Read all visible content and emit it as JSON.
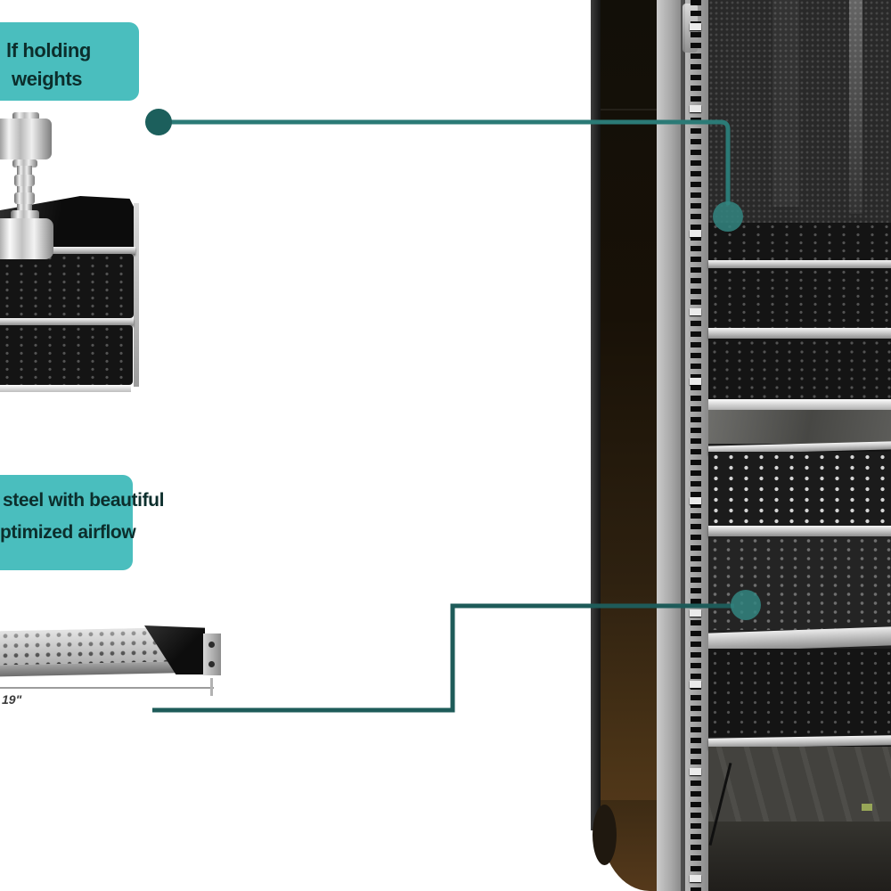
{
  "colors": {
    "background": "#ffffff",
    "callout_box": "#4abebe",
    "callout_text": "#0c2e2c",
    "callout_line": "#2b7a76",
    "callout_line_dark": "#1e5b59",
    "callout_dot": "#1c5f5c",
    "callout_dot_soft": "#338580"
  },
  "callouts": [
    {
      "line1": "lf holding",
      "line2": "weights"
    },
    {
      "line1": "steel with beautiful",
      "line2": "ptimized airflow"
    }
  ],
  "dimension_label": "19\""
}
